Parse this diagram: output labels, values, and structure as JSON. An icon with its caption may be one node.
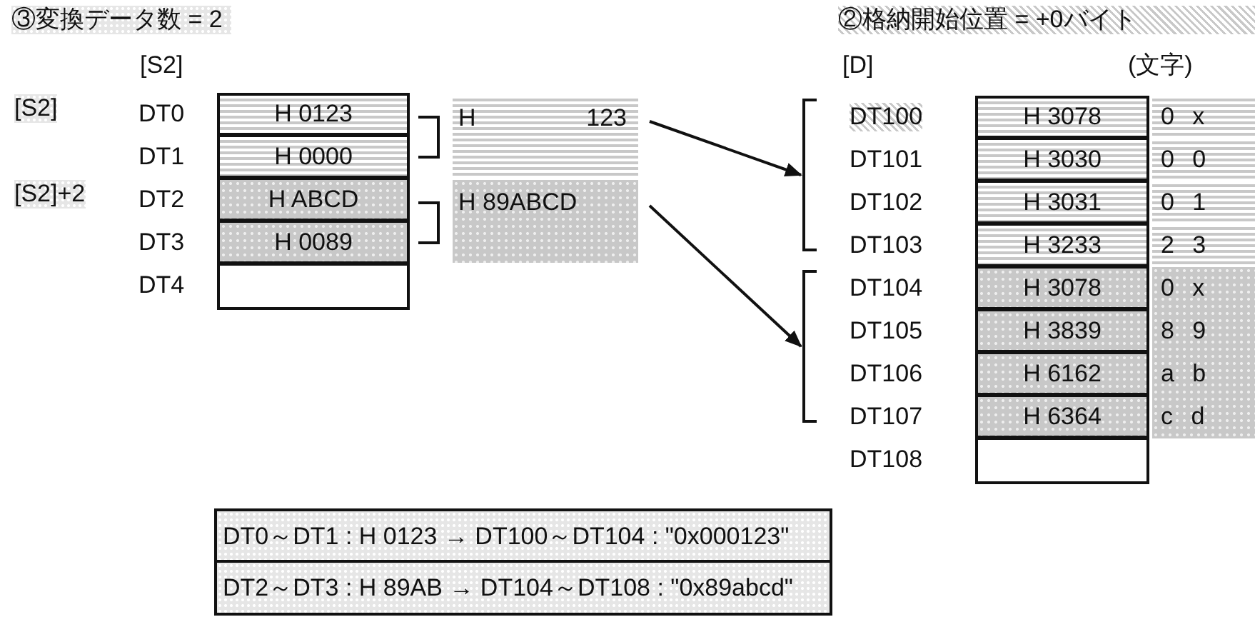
{
  "diagram": {
    "nodes": [
      {
        "text": [
          "H 0123"
        ],
        "beside": [
          "DT0"
        ]
      },
      {
        "text": [
          "H 0000"
        ],
        "beside": [
          "DT1"
        ]
      },
      {
        "text": [
          "H ABCD"
        ],
        "beside": [
          "DT2"
        ]
      },
      {
        "text": [
          "H 0089"
        ],
        "beside": [
          "DT3"
        ]
      },
      {
        "text": [],
        "shape": "box",
        "beside": [
          "DT4"
        ]
      },
      {
        "text": [
          "H",
          "123"
        ]
      },
      {
        "text": [
          "H 89ABCD"
        ]
      },
      {
        "text": [],
        "shape": "bracket"
      },
      {
        "text": [],
        "shape": "bracket"
      },
      {
        "text": [
          "H 3078"
        ],
        "beside": [
          "DT100",
          "0 x"
        ]
      },
      {
        "text": [
          "H 3030"
        ],
        "beside": [
          "DT101",
          "0 0"
        ]
      },
      {
        "text": [
          "H 3031"
        ],
        "beside": [
          "DT102",
          "0 1"
        ]
      },
      {
        "text": [
          "H 3233"
        ],
        "beside": [
          "DT103",
          "2 3"
        ]
      },
      {
        "text": [
          "H 3078"
        ],
        "beside": [
          "DT104",
          "0 x"
        ]
      },
      {
        "text": [
          "H 3839"
        ],
        "beside": [
          "DT105",
          "8 9"
        ]
      },
      {
        "text": [
          "H 6162"
        ],
        "beside": [
          "DT106",
          "a b"
        ]
      },
      {
        "text": [
          "H 6364"
        ],
        "beside": [
          "DT107",
          "c d"
        ]
      },
      {
        "text": [],
        "shape": "box",
        "beside": [
          "DT108"
        ]
      }
    ],
    "edges": [
      {
        "from": 5,
        "to": 7,
        "arrow": "to"
      },
      {
        "from": 6,
        "to": 8,
        "arrow": "to"
      }
    ],
    "labels": [
      "③変換データ数 = 2",
      "[S2]",
      "[S2]",
      "[S2]+2",
      "②格納開始位置 = +0バイト",
      "[D]",
      "(文字)",
      "DT0～DT1 : H 0123 → DT100～DT104 : \"0x000123\"",
      "DT2～DT3 : H 89AB → DT104～DT108 : \"0x89abcd\""
    ]
  }
}
